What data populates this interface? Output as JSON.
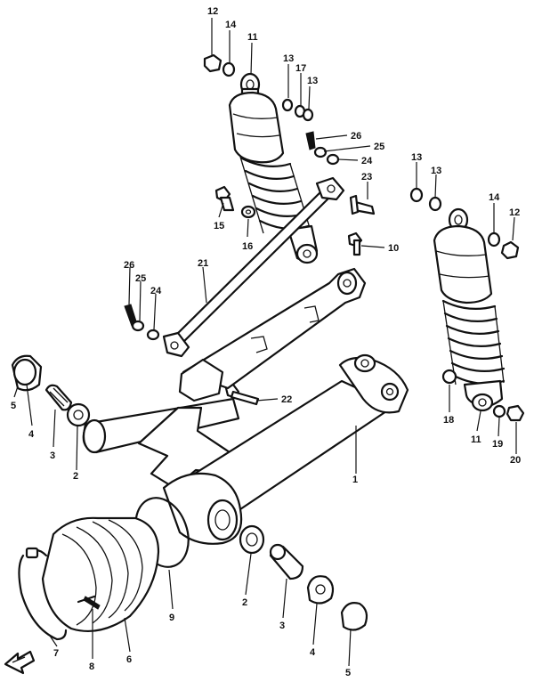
{
  "callouts": [
    {
      "id": "c12a",
      "text": "12"
    },
    {
      "id": "c14a",
      "text": "14"
    },
    {
      "id": "c11a",
      "text": "11"
    },
    {
      "id": "c13a",
      "text": "13"
    },
    {
      "id": "c17",
      "text": "17"
    },
    {
      "id": "c13b",
      "text": "13"
    },
    {
      "id": "c26a",
      "text": "26"
    },
    {
      "id": "c25a",
      "text": "25"
    },
    {
      "id": "c24a",
      "text": "24"
    },
    {
      "id": "c13c",
      "text": "13"
    },
    {
      "id": "c13d",
      "text": "13"
    },
    {
      "id": "c23",
      "text": "23"
    },
    {
      "id": "c15",
      "text": "15"
    },
    {
      "id": "c16",
      "text": "16"
    },
    {
      "id": "c14b",
      "text": "14"
    },
    {
      "id": "c12b",
      "text": "12"
    },
    {
      "id": "c10",
      "text": "10"
    },
    {
      "id": "c26b",
      "text": "26"
    },
    {
      "id": "c25b",
      "text": "25"
    },
    {
      "id": "c24b",
      "text": "24"
    },
    {
      "id": "c21",
      "text": "21"
    },
    {
      "id": "c22",
      "text": "22"
    },
    {
      "id": "c5a",
      "text": "5"
    },
    {
      "id": "c4a",
      "text": "4"
    },
    {
      "id": "c3a",
      "text": "3"
    },
    {
      "id": "c2a",
      "text": "2"
    },
    {
      "id": "c1",
      "text": "1"
    },
    {
      "id": "c18",
      "text": "18"
    },
    {
      "id": "c11b",
      "text": "11"
    },
    {
      "id": "c19",
      "text": "19"
    },
    {
      "id": "c20",
      "text": "20"
    },
    {
      "id": "c2b",
      "text": "2"
    },
    {
      "id": "c3b",
      "text": "3"
    },
    {
      "id": "c4b",
      "text": "4"
    },
    {
      "id": "c5b",
      "text": "5"
    },
    {
      "id": "c9",
      "text": "9"
    },
    {
      "id": "c7",
      "text": "7"
    },
    {
      "id": "c8",
      "text": "8"
    },
    {
      "id": "c6",
      "text": "6"
    }
  ],
  "icons": {
    "front_indicator": "front-arrow-icon"
  }
}
